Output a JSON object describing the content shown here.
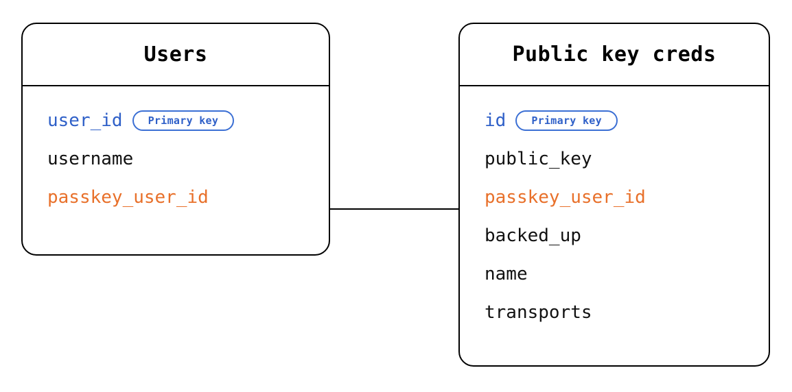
{
  "diagram": {
    "type": "entity-relationship-diagram",
    "background_color": "#ffffff",
    "colors": {
      "border": "#000000",
      "primary_key": "#2f60c8",
      "foreign_key": "#e8702a",
      "badge_border": "#3b6fd4",
      "text": "#111111"
    },
    "entities": [
      {
        "id": "users",
        "title": "Users",
        "fields": [
          {
            "name": "user_id",
            "role": "primary_key",
            "badge": "Primary key",
            "color": "#2f60c8"
          },
          {
            "name": "username",
            "role": "plain",
            "badge": null,
            "color": "#111111"
          },
          {
            "name": "passkey_user_id",
            "role": "foreign_key",
            "badge": null,
            "color": "#e8702a"
          }
        ]
      },
      {
        "id": "public_key_creds",
        "title": "Public key creds",
        "fields": [
          {
            "name": "id",
            "role": "primary_key",
            "badge": "Primary key",
            "color": "#2f60c8"
          },
          {
            "name": "public_key",
            "role": "plain",
            "badge": null,
            "color": "#111111"
          },
          {
            "name": "passkey_user_id",
            "role": "foreign_key",
            "badge": null,
            "color": "#e8702a"
          },
          {
            "name": "backed_up",
            "role": "plain",
            "badge": null,
            "color": "#111111"
          },
          {
            "name": "name",
            "role": "plain",
            "badge": null,
            "color": "#111111"
          },
          {
            "name": "transports",
            "role": "plain",
            "badge": null,
            "color": "#111111"
          }
        ]
      }
    ],
    "relationships": [
      {
        "id": "users-to-public-key-creds",
        "from_entity": "users",
        "from_field": "passkey_user_id",
        "to_entity": "public_key_creds",
        "to_field": "passkey_user_id",
        "style": "straight-line"
      }
    ]
  }
}
